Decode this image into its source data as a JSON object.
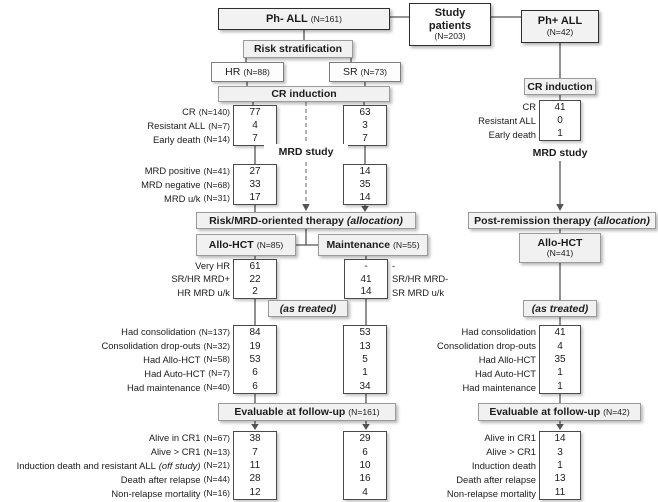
{
  "top": {
    "ph_neg_label": "Ph- ALL",
    "ph_neg_n": "(N=161)",
    "study_line1": "Study",
    "study_line2": "patients",
    "study_n": "(N=203)",
    "ph_pos_label": "Ph+ ALL",
    "ph_pos_n": "(N=42)"
  },
  "left": {
    "risk_strat": "Risk stratification",
    "hr_label": "HR",
    "hr_n": "(N=88)",
    "sr_label": "SR",
    "sr_n": "(N=73)",
    "cr_induction": "CR induction",
    "mrd_study": "MRD study",
    "cr_rows": [
      {
        "label": "CR",
        "n": "(N=140)",
        "hr": "77",
        "sr": "63"
      },
      {
        "label": "Resistant ALL",
        "n": "(N=7)",
        "hr": "4",
        "sr": "3"
      },
      {
        "label": "Early death",
        "n": "(N=14)",
        "hr": "7",
        "sr": "7"
      }
    ],
    "mrd_rows": [
      {
        "label": "MRD positive",
        "n": "(N=41)",
        "hr": "27",
        "sr": "14"
      },
      {
        "label": "MRD negative",
        "n": "(N=68)",
        "hr": "33",
        "sr": "35"
      },
      {
        "label": "MRD u/k",
        "n": "(N=31)",
        "hr": "17",
        "sr": "14"
      }
    ],
    "allocation_label": "Risk/MRD-oriented therapy",
    "allocation_italic": "(allocation)",
    "allo_hct_label": "Allo-HCT",
    "allo_hct_n": "(N=85)",
    "maintenance_label": "Maintenance",
    "maintenance_n": "(N=55)",
    "alloc_rows": [
      {
        "left_label": "Very HR",
        "allo": "61",
        "maint": "-",
        "right_label": "-"
      },
      {
        "left_label": "SR/HR MRD+",
        "allo": "22",
        "maint": "41",
        "right_label": "SR/HR MRD-"
      },
      {
        "left_label": "HR MRD u/k",
        "allo": "2",
        "maint": "14",
        "right_label": "SR MRD u/k"
      }
    ],
    "as_treated": "(as treated)",
    "consol_rows": [
      {
        "label": "Had consolidation",
        "n": "(N=137)",
        "allo": "84",
        "maint": "53"
      },
      {
        "label": "Consolidation drop-outs",
        "n": "(N=32)",
        "allo": "19",
        "maint": "13"
      },
      {
        "label": "Had Allo-HCT",
        "n": "(N=58)",
        "allo": "53",
        "maint": "5"
      },
      {
        "label": "Had Auto-HCT",
        "n": "(N=7)",
        "allo": "6",
        "maint": "1"
      },
      {
        "label": "Had maintenance",
        "n": "(N=40)",
        "allo": "6",
        "maint": "34"
      }
    ],
    "evaluable_label": "Evaluable at follow-up",
    "evaluable_n": "(N=161)",
    "outcome_rows": [
      {
        "label": "Alive in CR1",
        "italic": "",
        "n": "(N=67)",
        "allo": "38",
        "maint": "29"
      },
      {
        "label": "Alive > CR1",
        "italic": "",
        "n": "(N=13)",
        "allo": "7",
        "maint": "6"
      },
      {
        "label": "Induction death and resistant ALL",
        "italic": "(off study)",
        "n": "(N=21)",
        "allo": "11",
        "maint": "10"
      },
      {
        "label": "Death after relapse",
        "italic": "",
        "n": "(N=44)",
        "allo": "28",
        "maint": "16"
      },
      {
        "label": "Non-relapse mortality",
        "italic": "",
        "n": "(N=16)",
        "allo": "12",
        "maint": "4"
      }
    ]
  },
  "right": {
    "cr_induction": "CR induction",
    "mrd_study": "MRD study",
    "cr_rows": [
      {
        "label": "CR",
        "val": "41"
      },
      {
        "label": "Resistant ALL",
        "val": "0"
      },
      {
        "label": "Early death",
        "val": "1"
      }
    ],
    "allocation_label": "Post-remission therapy",
    "allocation_italic": "(allocation)",
    "allo_hct_label": "Allo-HCT",
    "allo_hct_n": "(N=41)",
    "as_treated": "(as treated)",
    "consol_rows": [
      {
        "label": "Had consolidation",
        "val": "41"
      },
      {
        "label": "Consolidation drop-outs",
        "val": "4"
      },
      {
        "label": "Had Allo-HCT",
        "val": "35"
      },
      {
        "label": "Had Auto-HCT",
        "val": "1"
      },
      {
        "label": "Had maintenance",
        "val": "1"
      }
    ],
    "evaluable_label": "Evaluable at follow-up",
    "evaluable_n": "(N=42)",
    "outcome_rows": [
      {
        "label": "Alive in CR1",
        "val": "14"
      },
      {
        "label": "Alive > CR1",
        "val": "3"
      },
      {
        "label": "Induction death",
        "val": "1"
      },
      {
        "label": "Death after relapse",
        "val": "13"
      },
      {
        "label": "Non-relapse mortality",
        "val": "11"
      }
    ]
  },
  "colors": {
    "box_fill": "#f1f1f1",
    "box_border_light": "#9a9a9a",
    "box_border_dark": "#2e2e2e",
    "value_box_border": "#4a4a4a",
    "line": "#555555",
    "dashed_line": "#808080"
  }
}
